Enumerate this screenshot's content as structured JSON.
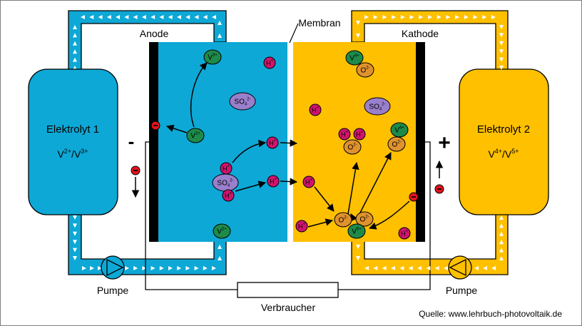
{
  "labels": {
    "anode": "Anode",
    "kathode": "Kathode",
    "membran": "Membran",
    "pumpe_left": "Pumpe",
    "pumpe_right": "Pumpe",
    "verbraucher": "Verbraucher",
    "quelle": "Quelle: www.lehrbuch-photovoltaik.de",
    "minus_sign": "-",
    "plus_sign": "+"
  },
  "tanks": {
    "left": {
      "title": "Elektrolyt 1",
      "ion_a": "V",
      "sup_a": "2+",
      "sep": "/",
      "ion_b": "V",
      "sup_b": "3+"
    },
    "right": {
      "title": "Elektrolyt 2",
      "ion_a": "V",
      "sup_a": "4+",
      "sep": "/",
      "ion_b": "V",
      "sup_b": "5+"
    }
  },
  "ions": {
    "v3": {
      "base": "V",
      "sup": "3+"
    },
    "v2_a": {
      "base": "V",
      "sup": "2+"
    },
    "v2_b": {
      "base": "V",
      "sup": "2+"
    },
    "v4_a": {
      "base": "V",
      "sup": "4+"
    },
    "v4_b": {
      "base": "V",
      "sup": "4+"
    },
    "v5": {
      "base": "V",
      "sup": "5+"
    },
    "so4_a": {
      "base": "SO",
      "sub": "4",
      "sup": "2-"
    },
    "so4_b": {
      "base": "SO",
      "sub": "4",
      "sup": "2-"
    },
    "so4_c": {
      "base": "SO",
      "sub": "4",
      "sup": "2-"
    },
    "h": {
      "base": "H",
      "sup": "+"
    },
    "o2": {
      "base": "O",
      "sup": "2-"
    },
    "electron": "-"
  },
  "colors": {
    "anolyte": "#0ea8d6",
    "catholyte": "#ffc000",
    "electrode": "#000000",
    "membrane": "#ffffff",
    "vanadium_green": "#1e8a4a",
    "sulfate_purple": "#9a7fcc",
    "proton_magenta": "#d0146e",
    "oxygen_orange": "#e0922e",
    "electron_red": "#e0141e",
    "pipe_arrow": "#ffffff"
  }
}
